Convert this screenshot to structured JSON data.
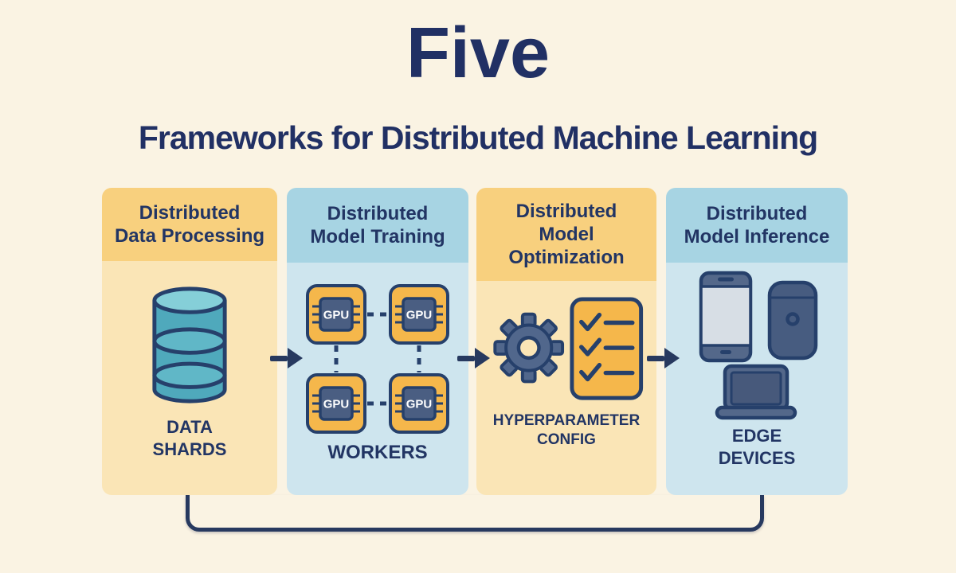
{
  "page": {
    "title": "Five",
    "subtitle": "Frameworks for Distributed Machine Learning"
  },
  "colors": {
    "background": "#FAF3E3",
    "navy_text": "#223564",
    "navy_line": "#27395F",
    "yellow_header": "#F8D07E",
    "yellow_body": "#FAE5B6",
    "blue_header": "#A7D4E3",
    "blue_body": "#CEE5EE",
    "chip_orange": "#F5B74B",
    "slate": "#51678C",
    "teal": "#4FA9BC",
    "teal_light": "#85CFD8",
    "screen_light": "#D7DEE5",
    "gpu_text_color": "#FFFFFF"
  },
  "cards": [
    {
      "id": "distributed-data-processing",
      "theme": "yellow",
      "header": "Distributed\nData Processing",
      "icon": "database-icon",
      "label": "DATA\nSHARDS"
    },
    {
      "id": "distributed-model-training",
      "theme": "blue",
      "header": "Distributed\nModel Training",
      "icon": "gpu-cluster-icon",
      "gpu_label": "GPU",
      "label": "WORKERS"
    },
    {
      "id": "distributed-model-optimization",
      "theme": "yellow",
      "header": "Distributed\nModel\nOptimization",
      "icon": "gear-checklist-icon",
      "label": "HYPERPARAMETER\nCONFIG"
    },
    {
      "id": "distributed-model-inference",
      "theme": "blue",
      "header": "Distributed\nModel Inference",
      "icon": "edge-devices-icon",
      "label": "EDGE\nDEVICES"
    }
  ],
  "flow_icons": [
    "arrow-right-icon",
    "arrow-right-icon",
    "arrow-right-icon",
    "feedback-loop-connector"
  ]
}
